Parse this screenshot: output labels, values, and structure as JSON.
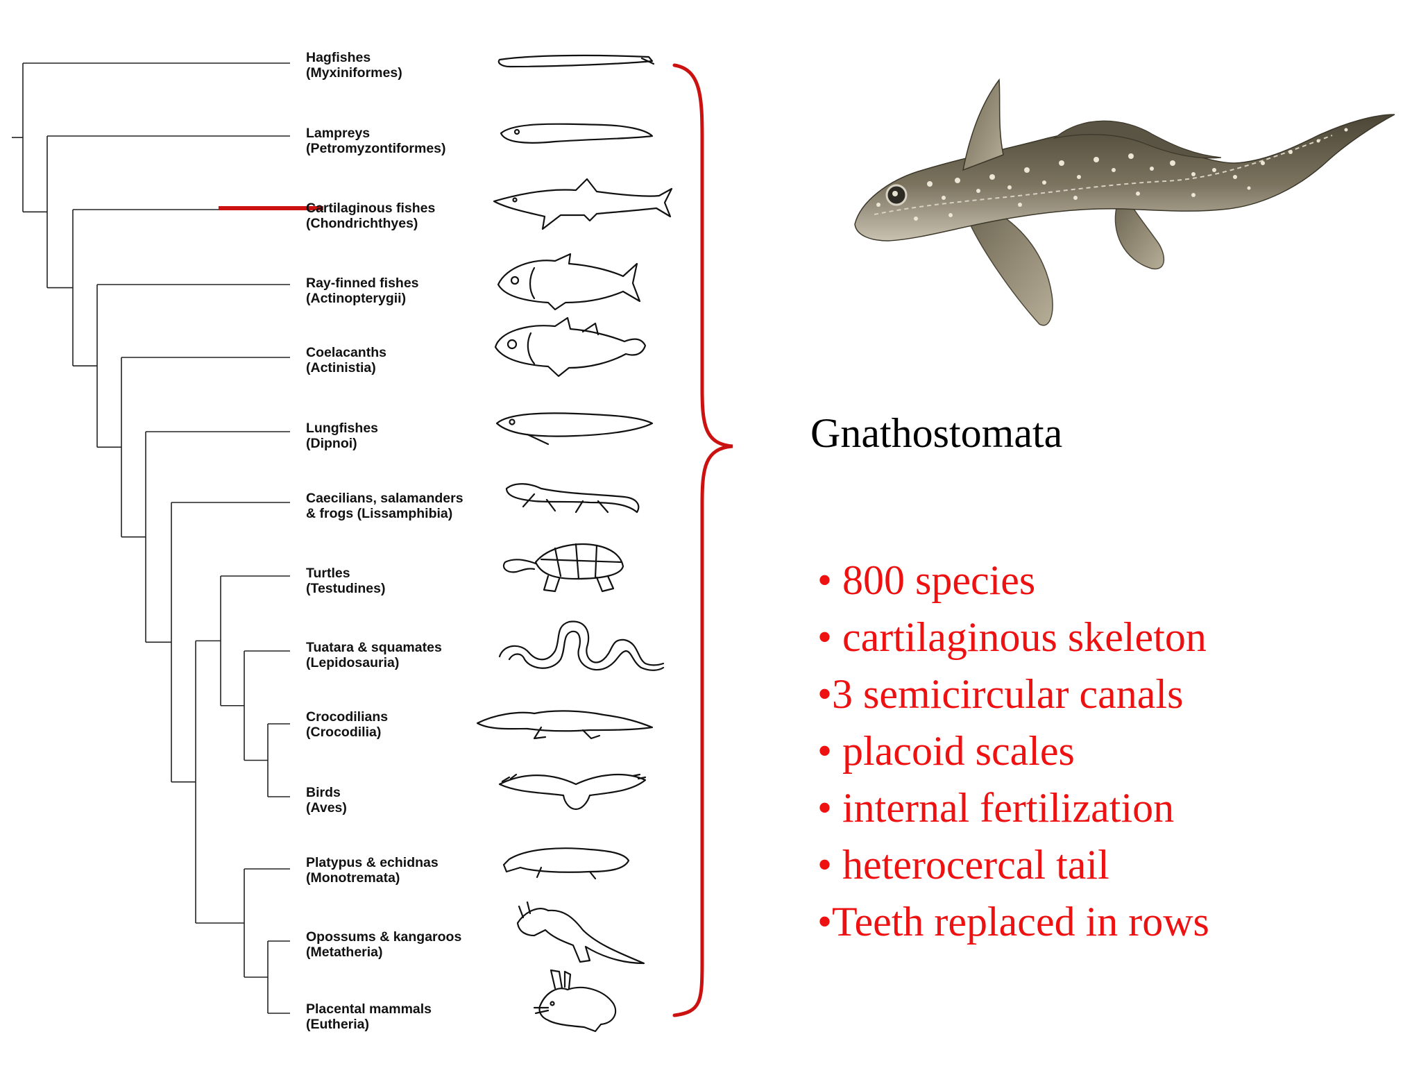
{
  "phylogeny": {
    "taxa": [
      {
        "common": "Hagfishes",
        "scientific": "(Myxiniformes)",
        "icon": "hagfish-icon"
      },
      {
        "common": "Lampreys",
        "scientific": "(Petromyzontiformes)",
        "icon": "lamprey-icon"
      },
      {
        "common": "Cartilaginous fishes",
        "scientific": "(Chondrichthyes)",
        "icon": "shark-icon"
      },
      {
        "common": "Ray-finned fishes",
        "scientific": "(Actinopterygii)",
        "icon": "ray-finned-fish-icon"
      },
      {
        "common": "Coelacanths",
        "scientific": "(Actinistia)",
        "icon": "coelacanth-icon"
      },
      {
        "common": "Lungfishes",
        "scientific": "(Dipnoi)",
        "icon": "lungfish-icon"
      },
      {
        "common": "Caecilians, salamanders",
        "scientific": "& frogs (Lissamphibia)",
        "icon": "salamander-icon"
      },
      {
        "common": "Turtles",
        "scientific": "(Testudines)",
        "icon": "turtle-icon"
      },
      {
        "common": "Tuatara & squamates",
        "scientific": "(Lepidosauria)",
        "icon": "snake-icon"
      },
      {
        "common": "Crocodilians",
        "scientific": "(Crocodilia)",
        "icon": "crocodile-icon"
      },
      {
        "common": "Birds",
        "scientific": "(Aves)",
        "icon": "bird-icon"
      },
      {
        "common": "Platypus & echidnas",
        "scientific": "(Monotremata)",
        "icon": "platypus-icon"
      },
      {
        "common": "Opossums & kangaroos",
        "scientific": "(Metatheria)",
        "icon": "kangaroo-icon"
      },
      {
        "common": "Placental mammals",
        "scientific": "(Eutheria)",
        "icon": "rabbit-icon"
      }
    ],
    "highlighted_taxon": "Cartilaginous fishes",
    "highlight_color": "#cc1111",
    "brace_color": "#cc1111"
  },
  "group": {
    "label": "Gnathostomata"
  },
  "traits": [
    "• 800 species",
    "• cartilaginous skeleton",
    "•3 semicircular canals",
    "• placoid scales",
    "• internal fertilization",
    "• heterocercal tail",
    "•Teeth replaced in rows"
  ],
  "traits_color": "#ee1111",
  "illustration": {
    "icon": "ratfish-chimaera-illustration"
  }
}
